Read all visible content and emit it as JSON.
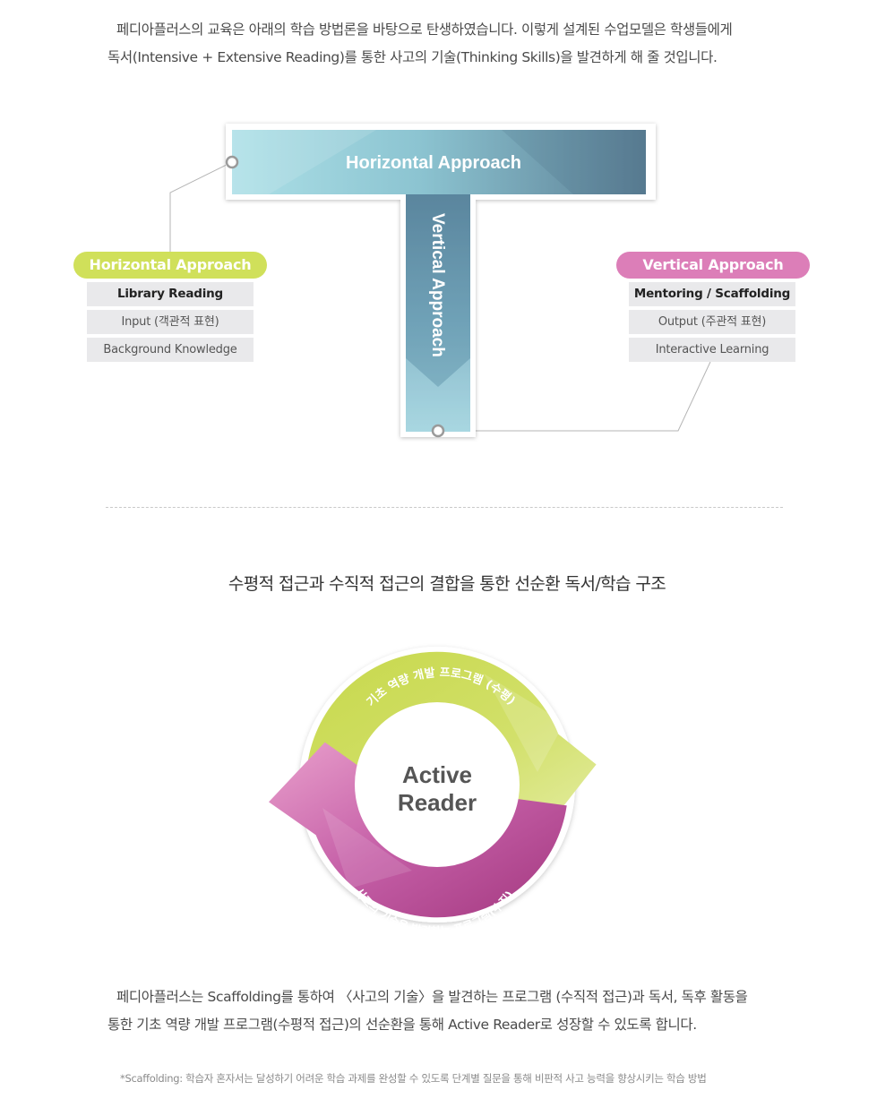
{
  "intro": {
    "line1": "페디아플러스의 교육은 아래의 학습 방법론을 바탕으로 탄생하였습니다. 이렇게 설계된 수업모델은 학생들에게",
    "line2": "독서(Intensive + Extensive Reading)를 통한 사고의 기술(Thinking Skills)을 발견하게 해 줄 것입니다."
  },
  "t_diagram": {
    "horizontal_bar_label": "Horizontal Approach",
    "vertical_bar_label": "Vertical Approach"
  },
  "horizontal_box": {
    "title": "Horizontal Approach",
    "items": [
      "Library Reading",
      "Input (객관적 표현)",
      "Background Knowledge"
    ]
  },
  "vertical_box": {
    "title": "Vertical Approach",
    "items": [
      "Mentoring / Scaffolding",
      "Output (주관적 표현)",
      "Interactive Learning"
    ]
  },
  "cycle": {
    "subtitle": "수평적 접근과 수직적 접근의 결합을 통한 선순환 독서/학습 구조",
    "center_line1": "Active",
    "center_line2": "Reader",
    "top_arc_label": "기초 역량 개발 프로그램 (수평)",
    "bottom_arc_label": "사고의 기술을 발견하는 프로그램(수직)"
  },
  "outro": {
    "line1": "페디아플러스는 Scaffolding를 통하여 〈사고의 기술〉을 발견하는 프로그램 (수직적 접근)과 독서, 독후 활동을",
    "line2": "통한 기초 역량 개발 프로그램(수평적 접근)의 선순환을 통해 Active Reader로 성장할 수 있도록 합니다."
  },
  "footnote": "*Scaffolding: 학습자 혼자서는 달성하기 어려운 학습 과제를 완성할 수 있도록 단계별 질문을 통해 비판적 사고 능력을 향상시키는 학습 방법",
  "colors": {
    "horizontal_green": "#d0e05a",
    "vertical_pink": "#dc7eb8",
    "t_light_blue": "#a9dde5",
    "t_dark_blue": "#5f8298",
    "ring_green": "#c8d94a",
    "ring_magenta": "#c45ca3"
  }
}
